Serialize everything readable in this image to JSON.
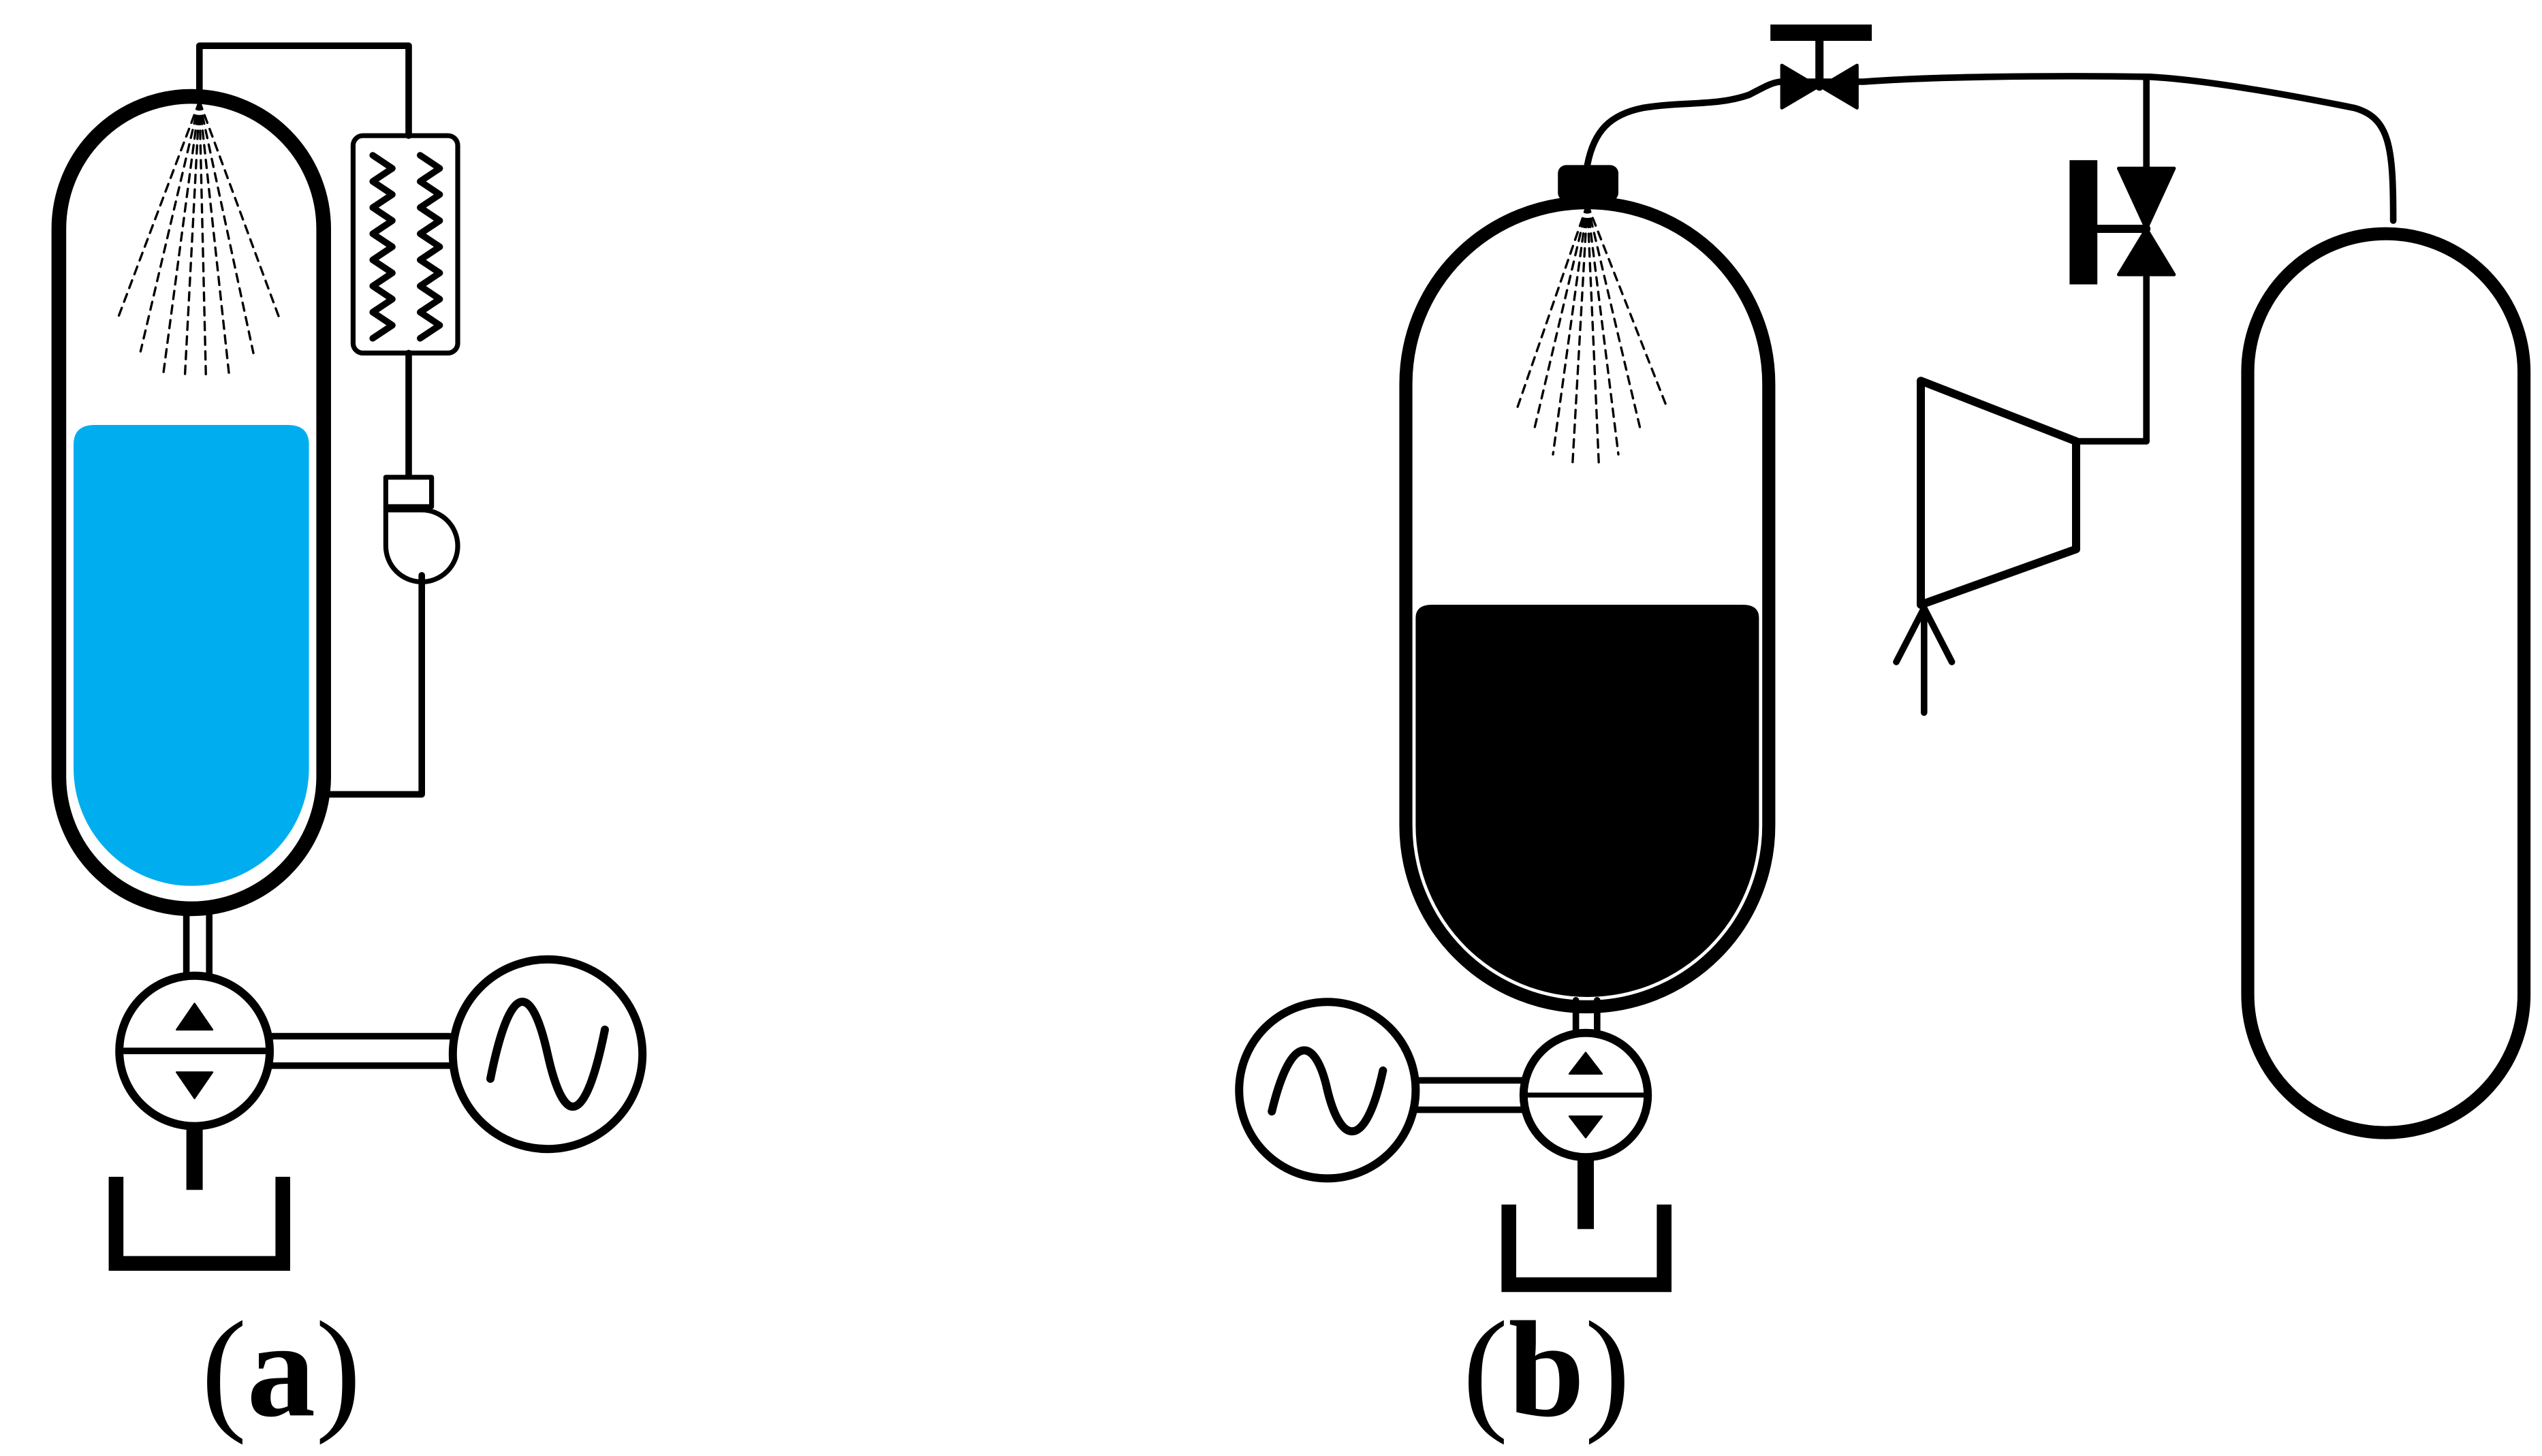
{
  "panels": [
    {
      "id": "a",
      "label": "a",
      "caption_open": "(",
      "caption_close": ")",
      "liquid_color": "#00AEEF"
    },
    {
      "id": "b",
      "label": "b",
      "caption_open": "(",
      "caption_close": ")",
      "liquid_color": "#000000"
    }
  ],
  "colors": {
    "stroke": "#000000",
    "background": "#FFFFFF",
    "liquid_a": "#00AEEF",
    "liquid_b": "#000000"
  },
  "icons": [
    "pressure-vessel",
    "spray-nozzle",
    "heat-exchanger",
    "fan-blower",
    "pump-turbine",
    "ac-generator",
    "water-reservoir",
    "gas-valve",
    "compressor",
    "gas-storage-vessel"
  ]
}
